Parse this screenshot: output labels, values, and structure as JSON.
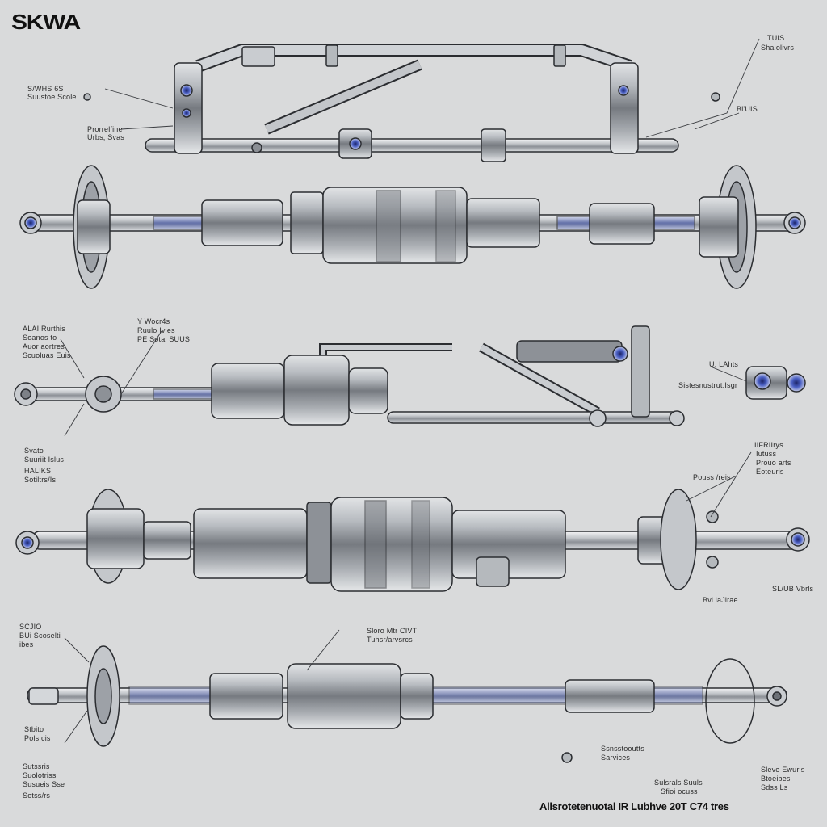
{
  "brand": "SKWA",
  "caption": "Allsrotetenuotal IR Lubhve 20T C74 tres",
  "labels": {
    "tr_top_1": "TUIS",
    "tr_top_2": "Shaiolivrs",
    "tr_mid": "Bi'UIS",
    "tl_1": "S/WHS 6S",
    "tl_2": "Suustoe Scole",
    "tl_3": "Prorrelfine",
    "tl_4": "Urbs, Svas",
    "s3_left_1": "ALAI Rurthis",
    "s3_left_2": "Soanos to",
    "s3_left_3": "Auor aortres",
    "s3_left_4": "Scuoluas Euis",
    "s3_mid_1": "Y Wocr4s",
    "s3_mid_2": "Ruulo Ivies",
    "s3_mid_3": "PE Sotal SUUS",
    "s3_right_1": "U. LAhts",
    "s3_right_2": "Sistesnustrut.Isgr",
    "s3_low_1": "Svato",
    "s3_low_2": "Suuriit Islus",
    "s3_low_3": "HALIKS",
    "s3_low_4": "Sotiltrs/Is",
    "s4_right_1": "IIFRIIrys",
    "s4_right_2": "Iutuss",
    "s4_right_3": "Prouo arts",
    "s4_right_4": "Pouss /reis",
    "s4_right_5": "Eoteuris",
    "s4_right_6": "SL/UB Vbrls",
    "s4_right_7": "Bvi laJlrae",
    "s5_left_1": "SCJIO",
    "s5_left_2": "BUi Scoselti",
    "s5_left_3": "ibes",
    "s5_mid_1": "Sloro Mtr CIVT",
    "s5_mid_2": "Tuhsr/arvsrcs",
    "s5_low_1": "Stbito",
    "s5_low_2": "Pols cis",
    "s5_low_3": "Sutssris",
    "s5_low_4": "Suolotriss",
    "s5_low_5": "Susueis Sse",
    "s5_low_6": "Sotss/rs",
    "s5_right_1": "Ssnsstooutts",
    "s5_right_2": "Sarvices",
    "s5_bottom_1": "Sulsrals Suuls",
    "s5_bottom_2": "Sfioi ocuss",
    "s5_bottom_3": "Sleve Ewuris",
    "s5_bottom_4": "Btoeibes",
    "s5_bottom_5": "Sdss Ls"
  },
  "colors": {
    "background": "#d9dadb",
    "metal_light": "#e9eaec",
    "metal_mid": "#a7abb0",
    "metal_dark": "#55595f",
    "outline": "#2b2d31",
    "accent_blue": "#3c4fa8"
  }
}
